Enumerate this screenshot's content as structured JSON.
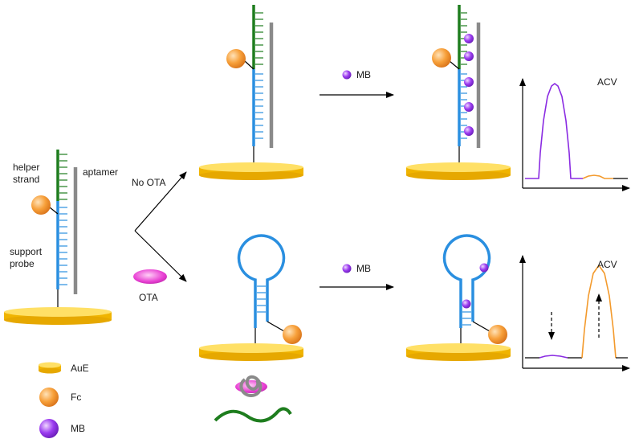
{
  "labels": {
    "helper": "helper",
    "strand": "strand",
    "aptamer": "aptamer",
    "support": "support",
    "probe": "probe",
    "no_ota": "No OTA",
    "ota": "OTA",
    "mb_top": "MB",
    "mb_bottom": "MB",
    "acv_top": "ACV",
    "acv_bottom": "ACV"
  },
  "legend": [
    {
      "label": "AuE",
      "icon": "electrode-icon"
    },
    {
      "label": "Fc",
      "icon": "ferrocene-icon"
    },
    {
      "label": "MB",
      "icon": "methylene-blue-icon"
    }
  ],
  "colors": {
    "helper_strand": "#1e7d1e",
    "support_probe": "#2a8fe0",
    "aptamer": "#8a8a8a",
    "electrode": "#f5c518",
    "ferrocene": "#f39a2c",
    "methylene_blue": "#8a2be2",
    "ota": "#e040d0",
    "signal_mb": "#8a2be2",
    "signal_fc": "#f39a2c"
  }
}
